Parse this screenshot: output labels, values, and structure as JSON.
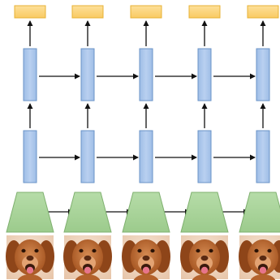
{
  "diagram": {
    "type": "recurrent-network-unrolled-over-frames",
    "columns": 5,
    "layers_bottom_to_top": [
      {
        "kind": "input-image",
        "subject": "dog-face-photo",
        "count": 5
      },
      {
        "kind": "encoder-trapezoid",
        "count": 5,
        "recurrent_links": true
      },
      {
        "kind": "hidden-state",
        "level": 1,
        "count": 5,
        "recurrent_links": true
      },
      {
        "kind": "hidden-state",
        "level": 2,
        "count": 5,
        "recurrent_links": true
      },
      {
        "kind": "output",
        "count": 5
      }
    ],
    "colors": {
      "output_fill": "#fbd57c",
      "output_stroke": "#e7b234",
      "hidden_fill": "#a9c4e9",
      "hidden_stroke": "#6a93c7",
      "encoder_fill": "#a8d49a",
      "encoder_stroke": "#7fb06f",
      "arrow": "#111111",
      "dog_fur": "#b0602d",
      "dog_fur_light": "#d7935e",
      "dog_background": "#f1d9c5"
    }
  }
}
